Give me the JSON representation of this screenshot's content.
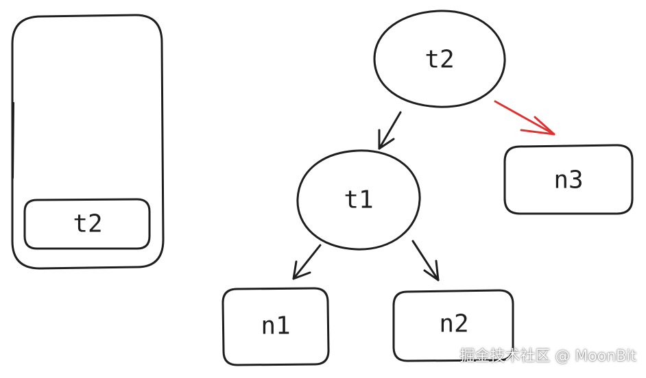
{
  "stack": {
    "label": "t2"
  },
  "nodes": {
    "t2": "t2",
    "t1": "t1",
    "n1": "n1",
    "n2": "n2",
    "n3": "n3"
  },
  "colors": {
    "ink": "#1e1e1e",
    "highlight_edge": "#e03131"
  },
  "watermark": "掘金技术社区 @ MoonBit"
}
